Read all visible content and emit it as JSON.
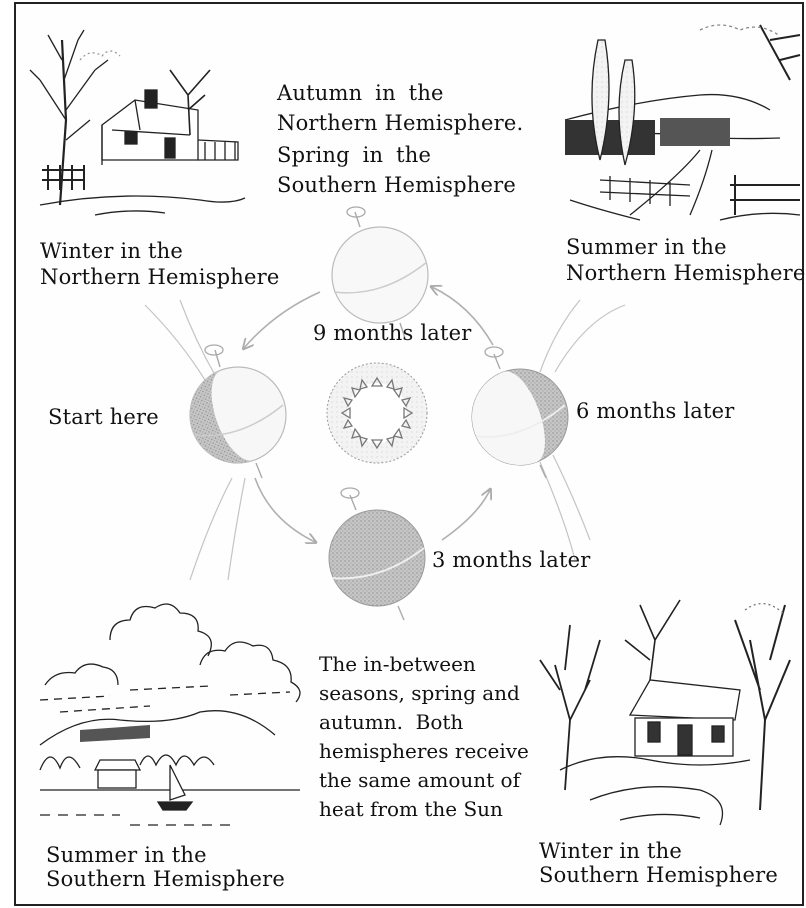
{
  "captions": {
    "autumn_north": "Autumn in the",
    "autumn_north_2": "Northern Hemisphere.",
    "spring_south": "Spring in the",
    "spring_south_2": "Southern Hemisphere",
    "winter_north": "Winter in the",
    "winter_north_2": "Northern Hemisphere",
    "summer_north": "Summer in the",
    "summer_north_2": "Northern Hemisphere",
    "summer_south": "Summer in the",
    "summer_south_2": "Southern Hemisphere",
    "winter_south": "Winter in the",
    "winter_south_2": "Southern Hemisphere",
    "inbetween": [
      "The in-between",
      "seasons, spring and",
      "autumn.  Both",
      "hemispheres receive",
      "the same amount of",
      "heat from the Sun"
    ]
  },
  "orbit_labels": {
    "start": "Start here",
    "three_months": "3 months later",
    "six_months": "6 months later",
    "nine_months": "9 months later"
  },
  "colors": {
    "earth_shade": "#9a9a9a",
    "earth_light": "#d8d8d8",
    "arrow": "#b5b5b5",
    "ink": "#222222"
  }
}
